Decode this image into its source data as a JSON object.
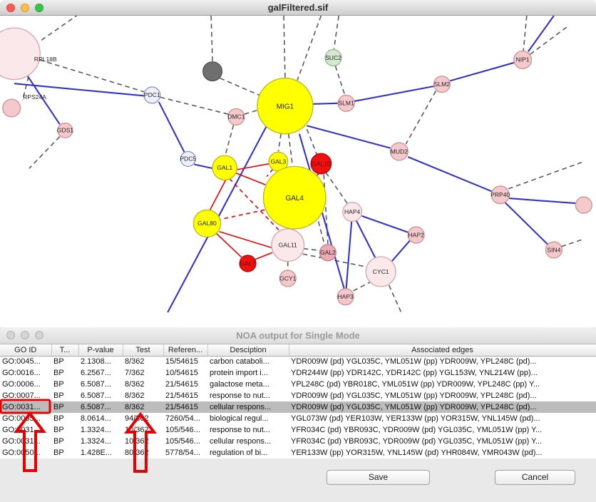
{
  "network_window": {
    "title": "galFiltered.sif",
    "nodes": [
      {
        "label": "RPL18B",
        "color": "#fbe8ea"
      },
      {
        "label": "RPS24A",
        "color": "#f5c9cc"
      },
      {
        "label": "GDS1",
        "color": "#f5c9cc"
      },
      {
        "label": "PDC1",
        "color": "#eef0fb"
      },
      {
        "label": "",
        "color": "#6f6f6f"
      },
      {
        "label": "DMC1",
        "color": "#f5c9cc"
      },
      {
        "label": "MIG1",
        "color": "#ffff00"
      },
      {
        "label": "SUC2",
        "color": "#d4e9cf"
      },
      {
        "label": "SLM1",
        "color": "#f5c9cc"
      },
      {
        "label": "SLM2",
        "color": "#f5c9cc"
      },
      {
        "label": "NIP1",
        "color": "#f5c9cc"
      },
      {
        "label": "MUD2",
        "color": "#f5c9cc"
      },
      {
        "label": "PRP40",
        "color": "#f5c9cc"
      },
      {
        "label": "SIN4",
        "color": "#f5c9cc"
      },
      {
        "label": "PDC5",
        "color": "#eef0fb"
      },
      {
        "label": "GAL1",
        "color": "#ffff00"
      },
      {
        "label": "GAL3",
        "color": "#ffff00"
      },
      {
        "label": "GAL10",
        "color": "#ee1111"
      },
      {
        "label": "GAL4",
        "color": "#ffff00"
      },
      {
        "label": "GAL80",
        "color": "#ffff00"
      },
      {
        "label": "GAL11",
        "color": "#fbe8ea"
      },
      {
        "label": "GAL2",
        "color": "#eeaab4"
      },
      {
        "label": "GAL7",
        "color": "#ee1111"
      },
      {
        "label": "GCY1",
        "color": "#f5c9cc"
      },
      {
        "label": "HAP4",
        "color": "#fbe8ea"
      },
      {
        "label": "HAP2",
        "color": "#f5c9cc"
      },
      {
        "label": "HAP3",
        "color": "#f5c9cc"
      },
      {
        "label": "CYC1",
        "color": "#fbe8ea"
      },
      {
        "label": "",
        "color": "#f5c9cc"
      }
    ],
    "colors": {
      "edge_blue": "#3333cc",
      "edge_dashed_gray": "#5a5a5a",
      "edge_red": "#ee0000",
      "node_yellow": "#ffff00",
      "node_red": "#ee1111"
    }
  },
  "noa_window": {
    "title": "NOA output for Single Mode",
    "table": {
      "columns": [
        "GO ID",
        "T...",
        "P-value",
        "Test",
        "Referen...",
        "Desciption",
        "Associated edges"
      ],
      "rows": [
        [
          "GO:0045...",
          "BP",
          "2.1308...",
          "8/362",
          "15/54615",
          "carbon cataboli...",
          "YDR009W (pd) YGL035C, YML051W (pp) YDR009W, YPL248C (pd)..."
        ],
        [
          "GO:0016...",
          "BP",
          "6.2567...",
          "7/362",
          "10/54615",
          "protein import i...",
          "YDR244W (pp) YDR142C, YDR142C (pp) YGL153W, YNL214W (pp)..."
        ],
        [
          "GO:0006...",
          "BP",
          "6.5087...",
          "8/362",
          "21/54615",
          "galactose meta...",
          "YPL248C (pd) YBR018C, YML051W (pp) YDR009W, YPL248C (pp) Y..."
        ],
        [
          "GO:0007...",
          "BP",
          "6.5087...",
          "8/362",
          "21/54615",
          "response to nut...",
          "YDR009W (pd) YGL035C, YML051W (pp) YDR009W, YPL248C (pd)..."
        ],
        [
          "GO:0031...",
          "BP",
          "6.5087...",
          "8/362",
          "21/54615",
          "cellular respons...",
          "YDR009W (pd) YGL035C, YML051W (pp) YDR009W, YPL248C (pd)..."
        ],
        [
          "GO:0065...",
          "BP",
          "8.0614...",
          "94/362",
          "7260/54...",
          "biological regul...",
          "YGL073W (pd) YER103W, YER133W (pp) YOR315W, YNL145W (pd)..."
        ],
        [
          "GO:0031...",
          "BP",
          "1.3324...",
          "10/362",
          "105/546...",
          "response to nut...",
          "YFR034C (pd) YBR093C, YDR009W (pd) YGL035C, YML051W (pp) Y..."
        ],
        [
          "GO:0031...",
          "BP",
          "1.3324...",
          "10/362",
          "105/546...",
          "cellular respons...",
          "YFR034C (pd) YBR093C, YDR009W (pd) YGL035C, YML051W (pp) Y..."
        ],
        [
          "GO:0050...",
          "BP",
          "1.428E...",
          "80/362",
          "5778/54...",
          "regulation of bi...",
          "YER133W (pp) YOR315W, YNL145W (pd) YHR084W, YMR043W (pd)..."
        ]
      ],
      "selected_row_index": 4
    },
    "buttons": {
      "save": "Save",
      "cancel": "Cancel"
    }
  },
  "annotations": {
    "color": "#e80000"
  }
}
